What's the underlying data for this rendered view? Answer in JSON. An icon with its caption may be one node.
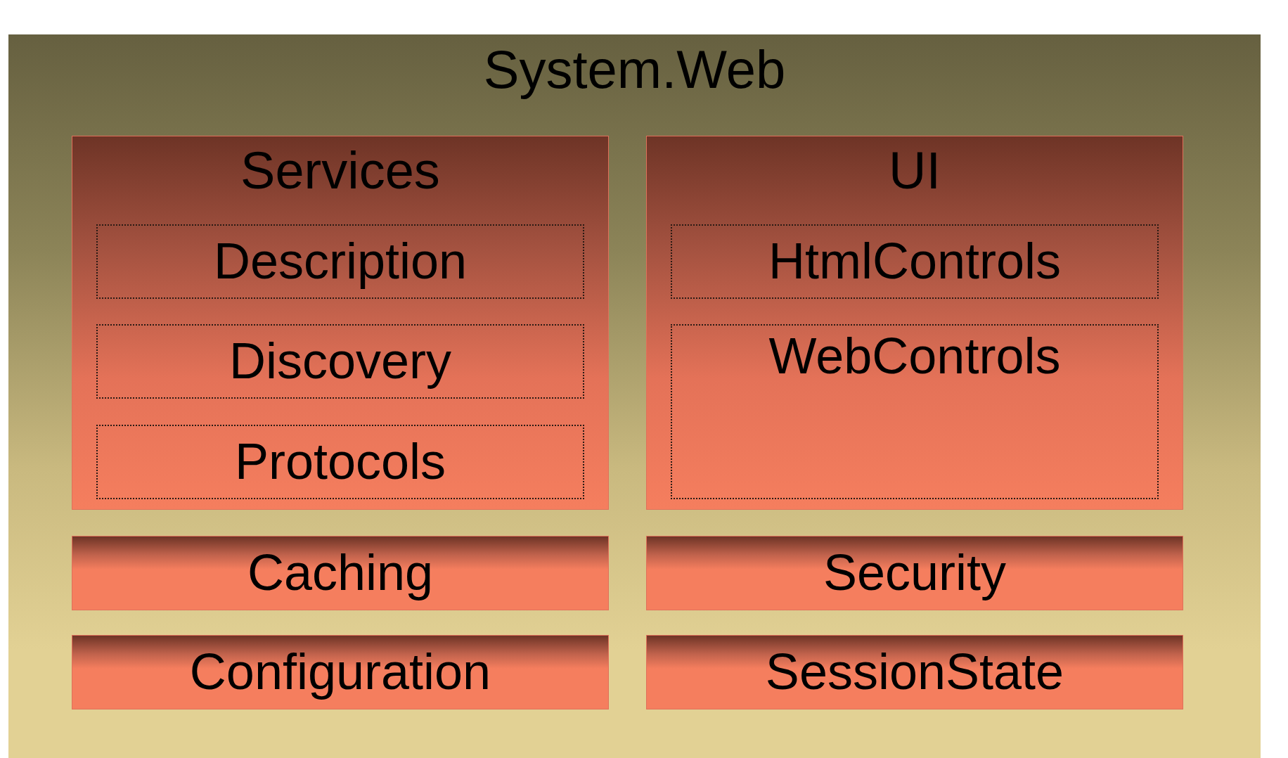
{
  "diagram": {
    "nodes": [
      {
        "text": [
          "System.Web"
        ]
      },
      {
        "text": [
          "Services"
        ],
        "in": 0
      },
      {
        "text": [
          "Description"
        ],
        "in": 1
      },
      {
        "text": [
          "Discovery"
        ],
        "in": 1
      },
      {
        "text": [
          "Protocols"
        ],
        "in": 1
      },
      {
        "text": [
          "UI"
        ],
        "in": 0
      },
      {
        "text": [
          "HtmlControls"
        ],
        "in": 5
      },
      {
        "text": [
          "WebControls"
        ],
        "in": 5
      },
      {
        "text": [
          "Caching"
        ],
        "in": 0
      },
      {
        "text": [
          "Security"
        ],
        "in": 0
      },
      {
        "text": [
          "Configuration"
        ],
        "in": 0
      },
      {
        "text": [
          "SessionState"
        ],
        "in": 0
      }
    ]
  }
}
